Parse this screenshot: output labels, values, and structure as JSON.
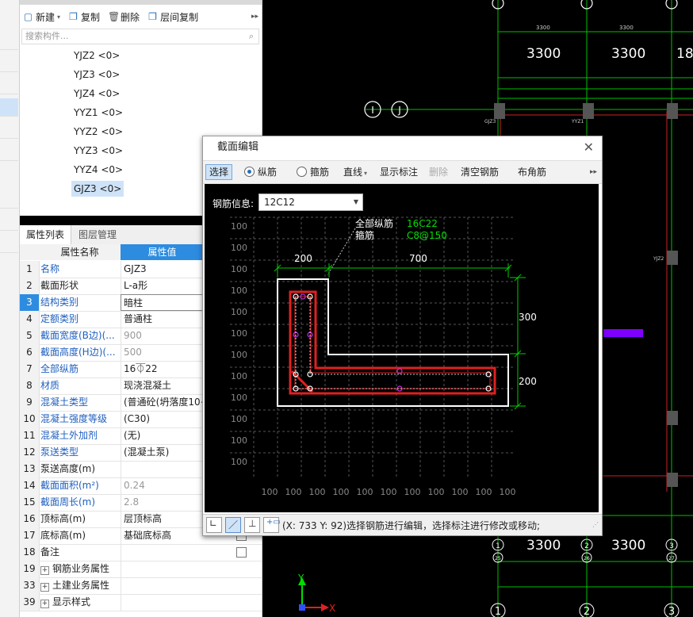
{
  "component_panel": {
    "toolbar": {
      "new_label": "新建",
      "copy_label": "复制",
      "delete_label": "删除",
      "floor_copy_label": "层间复制"
    },
    "search_placeholder": "搜索构件...",
    "items": [
      "YJZ2 <0>",
      "YJZ3 <0>",
      "YJZ4 <0>",
      "YYZ1 <0>",
      "YYZ2 <0>",
      "YYZ3 <0>",
      "YYZ4 <0>",
      "GJZ3 <0>"
    ],
    "selected_item": "GJZ3 <0>"
  },
  "property_panel": {
    "tabs": [
      "属性列表",
      "图层管理"
    ],
    "header": {
      "name": "属性名称",
      "value": "属性值"
    },
    "rows": [
      {
        "num": "1",
        "name": "名称",
        "value": "GJZ3"
      },
      {
        "num": "2",
        "name": "截面形状",
        "value": "L-a形"
      },
      {
        "num": "3",
        "name": "结构类别",
        "value": "暗柱"
      },
      {
        "num": "4",
        "name": "定额类别",
        "value": "普通柱"
      },
      {
        "num": "5",
        "name": "截面宽度(B边)(...",
        "value": "900"
      },
      {
        "num": "6",
        "name": "截面高度(H边)(...",
        "value": "500"
      },
      {
        "num": "7",
        "name": "全部纵筋",
        "value": "16⏁22"
      },
      {
        "num": "8",
        "name": "材质",
        "value": "现浇混凝土"
      },
      {
        "num": "9",
        "name": "混凝土类型",
        "value": "(普通砼(坍落度10~"
      },
      {
        "num": "10",
        "name": "混凝土强度等级",
        "value": "(C30)"
      },
      {
        "num": "11",
        "name": "混凝土外加剂",
        "value": "(无)"
      },
      {
        "num": "12",
        "name": "泵送类型",
        "value": "(混凝土泵)"
      },
      {
        "num": "13",
        "name": "泵送高度(m)",
        "value": ""
      },
      {
        "num": "14",
        "name": "截面面积(m²)",
        "value": "0.24"
      },
      {
        "num": "15",
        "name": "截面周长(m)",
        "value": "2.8"
      },
      {
        "num": "16",
        "name": "顶标高(m)",
        "value": "层顶标高"
      },
      {
        "num": "17",
        "name": "底标高(m)",
        "value": "基础底标高"
      },
      {
        "num": "18",
        "name": "备注",
        "value": ""
      },
      {
        "num": "19",
        "name": "钢筋业务属性",
        "value": ""
      },
      {
        "num": "33",
        "name": "土建业务属性",
        "value": ""
      },
      {
        "num": "39",
        "name": "显示样式",
        "value": ""
      }
    ]
  },
  "dialog": {
    "title": "截面编辑",
    "toolbar": {
      "select": "选择",
      "longitudinal": "纵筋",
      "stirrup": "箍筋",
      "line": "直线",
      "show_dims": "显示标注",
      "delete": "删除",
      "clear_rebar": "清空钢筋",
      "corner_rebar": "布角筋"
    },
    "rebar_info_label": "钢筋信息:",
    "rebar_info_value": "12C12",
    "annotation": {
      "all_long_label": "全部纵筋",
      "all_long_value": "16C22",
      "stirrup_label": "箍筋",
      "stirrup_value": "C8@150"
    },
    "dims": {
      "w1": "200",
      "w2": "700",
      "h1": "300",
      "h2": "200"
    },
    "grid_label": "100",
    "status": "(X: 733 Y: 92)选择钢筋进行编辑，选择标注进行修改或移动;"
  },
  "cad": {
    "dims_top": [
      "3300",
      "3300",
      "18"
    ],
    "dims_top_small": [
      "3300",
      "3300"
    ],
    "dims_bottom": [
      "3300",
      "3300"
    ],
    "axis_top": [
      "I",
      "J"
    ],
    "axis_bottom": [
      "1",
      "2",
      "3"
    ],
    "axis_sub": [
      "25",
      "26",
      "27"
    ],
    "small_labels": [
      "GJZ3",
      "YYZ1",
      "YJZ2"
    ],
    "origin_x": "X",
    "origin_y": "Y"
  },
  "colors": {
    "accent": "#2a6fb8",
    "rebar_red": "#e02020",
    "cad_green": "#00cc00",
    "selected_row": "#cfe3f8"
  }
}
